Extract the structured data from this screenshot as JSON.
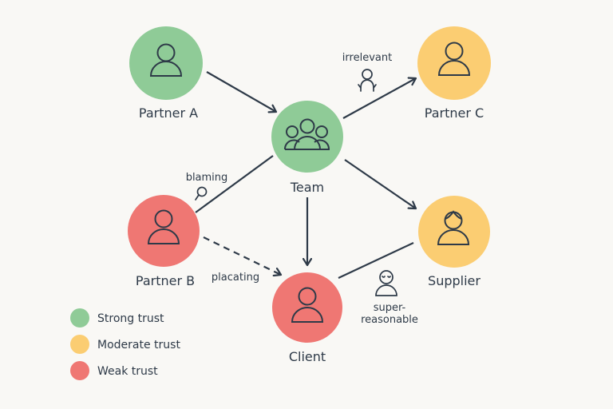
{
  "colors": {
    "strong": "#8fcb97",
    "moderate": "#fbcd72",
    "weak": "#ef7773",
    "ink": "#2e3a48",
    "background": "#f9f8f5"
  },
  "nodes": {
    "partner_a": {
      "label": "Partner A",
      "trust": "strong",
      "icon": "person-icon"
    },
    "team": {
      "label": "Team",
      "trust": "strong",
      "icon": "group-icon"
    },
    "partner_c": {
      "label": "Partner C",
      "trust": "moderate",
      "icon": "person-icon"
    },
    "partner_b": {
      "label": "Partner B",
      "trust": "weak",
      "icon": "person-icon"
    },
    "supplier": {
      "label": "Supplier",
      "trust": "moderate",
      "icon": "person-with-hair-icon"
    },
    "client": {
      "label": "Client",
      "trust": "weak",
      "icon": "person-icon"
    }
  },
  "edges": [
    {
      "from": "partner_a",
      "to": "team",
      "style": "solid",
      "arrow": true
    },
    {
      "from": "team",
      "to": "partner_c",
      "style": "solid",
      "arrow": true
    },
    {
      "from": "team",
      "to": "supplier",
      "style": "solid",
      "arrow": true
    },
    {
      "from": "team",
      "to": "client",
      "style": "solid",
      "arrow": true
    },
    {
      "from": "team",
      "to": "partner_b",
      "style": "solid",
      "arrow": false
    },
    {
      "from": "partner_b",
      "to": "client",
      "style": "dashed",
      "arrow": true
    },
    {
      "from": "supplier",
      "to": "client",
      "style": "solid",
      "arrow": false
    }
  ],
  "annotations": {
    "irrelevant": {
      "text": "irrelevant",
      "icon": "flailing-person-icon"
    },
    "blaming": {
      "text": "blaming",
      "icon": "pointing-finger-icon"
    },
    "placating": {
      "text": "placating"
    },
    "super_reasonable": {
      "line1": "super-",
      "line2": "reasonable",
      "icon": "calm-person-icon"
    }
  },
  "legend": [
    {
      "label": "Strong trust",
      "color": "#8fcb97"
    },
    {
      "label": "Moderate trust",
      "color": "#fbcd72"
    },
    {
      "label": "Weak trust",
      "color": "#ef7773"
    }
  ]
}
